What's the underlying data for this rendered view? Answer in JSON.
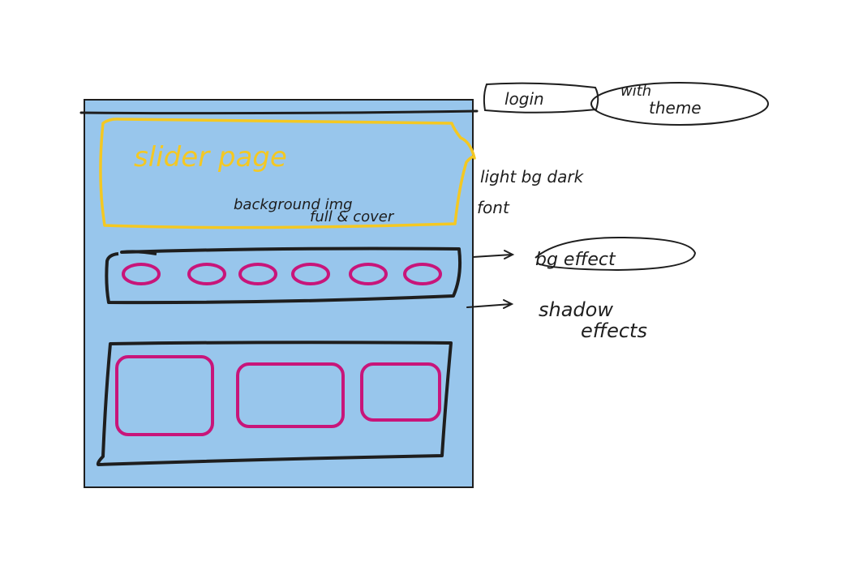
{
  "canvas": {
    "background": "#ffffff"
  },
  "colors": {
    "page_fill": "#98c6ec",
    "ink": "#1e1e1e",
    "slider": "#f4c822",
    "items": "#c8157a"
  },
  "wireframe": {
    "slider": {
      "title": "slider page",
      "note_line1": "background img",
      "note_line2": "full & cover"
    },
    "circle_row": {
      "count": 6
    },
    "card_row": {
      "count": 3
    }
  },
  "annotations": {
    "login": "login",
    "theme_line1": "with",
    "theme_line2": "theme",
    "light_bg_line1": "light bg dark",
    "light_bg_line2": "font",
    "bg_effect": "bg effect",
    "shadow_line1": "shadow",
    "shadow_line2": "effects"
  }
}
